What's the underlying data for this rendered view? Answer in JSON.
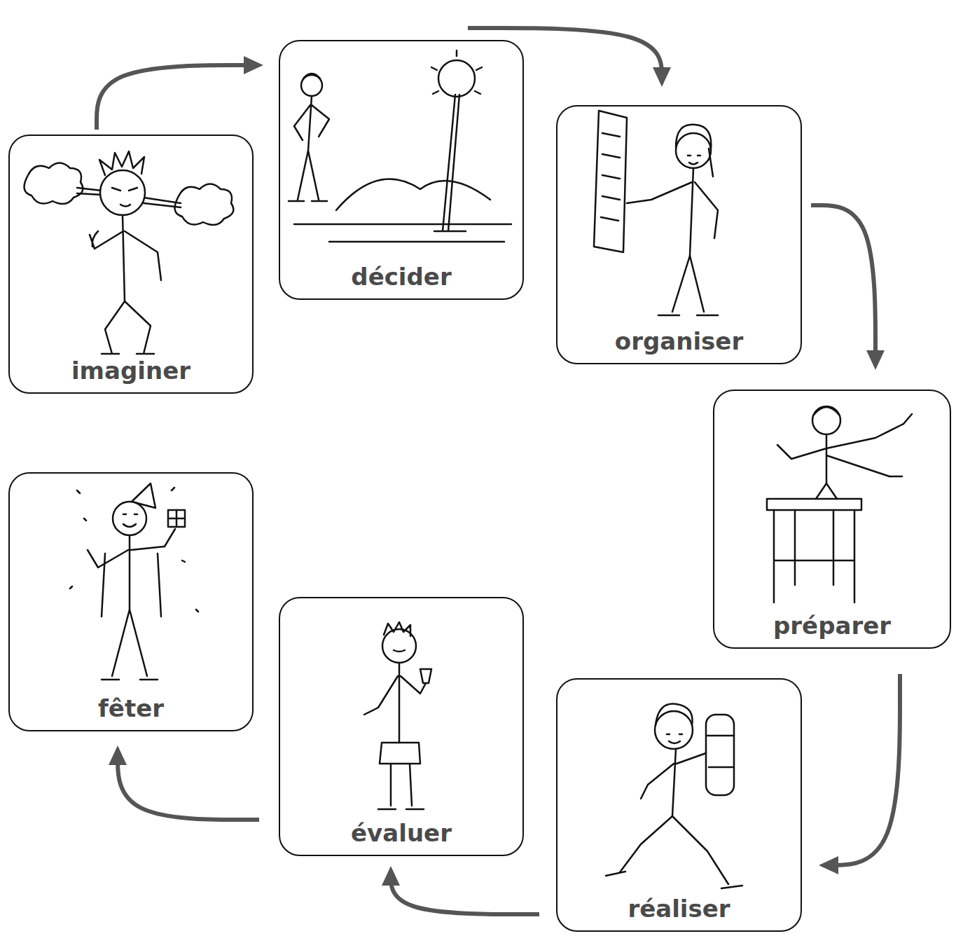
{
  "diagram": {
    "nodes": [
      {
        "text": [
          "imaginer"
        ]
      },
      {
        "text": [
          "décider"
        ]
      },
      {
        "text": [
          "organiser"
        ]
      },
      {
        "text": [
          "préparer"
        ]
      },
      {
        "text": [
          "réaliser"
        ]
      },
      {
        "text": [
          "évaluer"
        ]
      },
      {
        "text": [
          "fêter"
        ]
      }
    ],
    "edges": [
      {
        "from": 0,
        "to": 1,
        "arrow": "to"
      },
      {
        "from": 1,
        "to": 2,
        "arrow": "to"
      },
      {
        "from": 2,
        "to": 3,
        "arrow": "to"
      },
      {
        "from": 3,
        "to": 4,
        "arrow": "to"
      },
      {
        "from": 4,
        "to": 5,
        "arrow": "to"
      },
      {
        "from": 5,
        "to": 6,
        "arrow": "to"
      }
    ]
  }
}
